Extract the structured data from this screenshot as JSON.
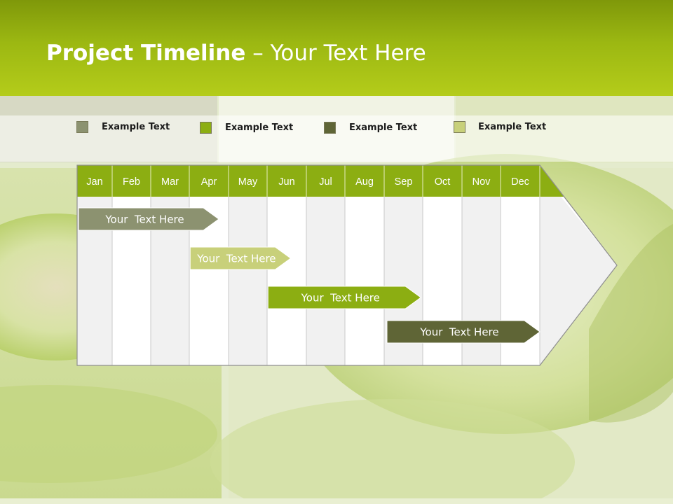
{
  "slide": {
    "title_bold": "Project Timeline",
    "title_rest": " – Your Text Here"
  },
  "legend": [
    {
      "label": "Example Text",
      "color": "#8c9270"
    },
    {
      "label": "Example Text",
      "color": "#8cae12"
    },
    {
      "label": "Example Text",
      "color": "#5f6536"
    },
    {
      "label": "Example Text",
      "color": "#c8d07a"
    }
  ],
  "timeline": {
    "months": [
      "Jan",
      "Feb",
      "Mar",
      "Apr",
      "May",
      "Jun",
      "Jul",
      "Aug",
      "Sep",
      "Oct",
      "Nov",
      "Dec"
    ],
    "header_color": "#8cae12",
    "tasks": [
      {
        "label": "Your  Text Here",
        "start": 0.0,
        "end": 3.75,
        "color": "#8c9270"
      },
      {
        "label": "Your  Text Here",
        "start": 2.95,
        "end": 5.6,
        "color": "#c8d07a"
      },
      {
        "label": "Your  Text Here",
        "start": 4.95,
        "end": 8.95,
        "color": "#8cae12"
      },
      {
        "label": "Your  Text Here",
        "start": 8.0,
        "end": 12.0,
        "color": "#5f6536"
      }
    ]
  }
}
